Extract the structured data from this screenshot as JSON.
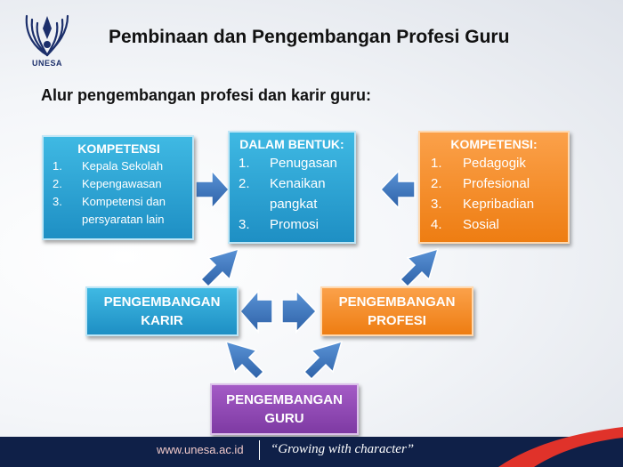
{
  "logo": {
    "text": "UNESA",
    "color": "#1c2f6b"
  },
  "title": "Pembinaan dan Pengembangan Profesi Guru",
  "subtitle": "Alur pengembangan profesi dan karir guru:",
  "boxes": {
    "kompetensi_left": {
      "heading": "KOMPETENSI",
      "color": "#2aa4d8",
      "items": [
        {
          "num": "1.",
          "text": "Kepala Sekolah"
        },
        {
          "num": "2.",
          "text": "Kepengawasan"
        },
        {
          "num": "3.",
          "text": "Kompetensi dan persyaratan lain"
        }
      ]
    },
    "dalam_bentuk": {
      "heading": "DALAM BENTUK:",
      "color": "#2aa4d8",
      "items": [
        {
          "num": "1.",
          "text": "Penugasan"
        },
        {
          "num": "2.",
          "text": "Kenaikan pangkat"
        },
        {
          "num": "3.",
          "text": "Promosi"
        }
      ]
    },
    "kompetensi_right": {
      "heading": "KOMPETENSI:",
      "color": "#f28a22",
      "items": [
        {
          "num": "1.",
          "text": "Pedagogik"
        },
        {
          "num": "2.",
          "text": "Profesional"
        },
        {
          "num": "3.",
          "text": "Kepribadian"
        },
        {
          "num": "4.",
          "text": "Sosial"
        }
      ]
    },
    "pengembangan_karir": {
      "line1": "PENGEMBANGAN",
      "line2": "KARIR",
      "color": "#2aa4d8"
    },
    "pengembangan_profesi": {
      "line1": "PENGEMBANGAN",
      "line2": "PROFESI",
      "color": "#f28a22"
    },
    "pengembangan_guru": {
      "line1": "PENGEMBANGAN",
      "line2": "GURU",
      "color": "#8e44b3"
    }
  },
  "arrow_color": "#3a73b8",
  "footer": {
    "url": "www.unesa.ac.id",
    "tagline": "“Growing with character”",
    "bg_color": "#0f2048",
    "accent_color": "#e0322a"
  }
}
